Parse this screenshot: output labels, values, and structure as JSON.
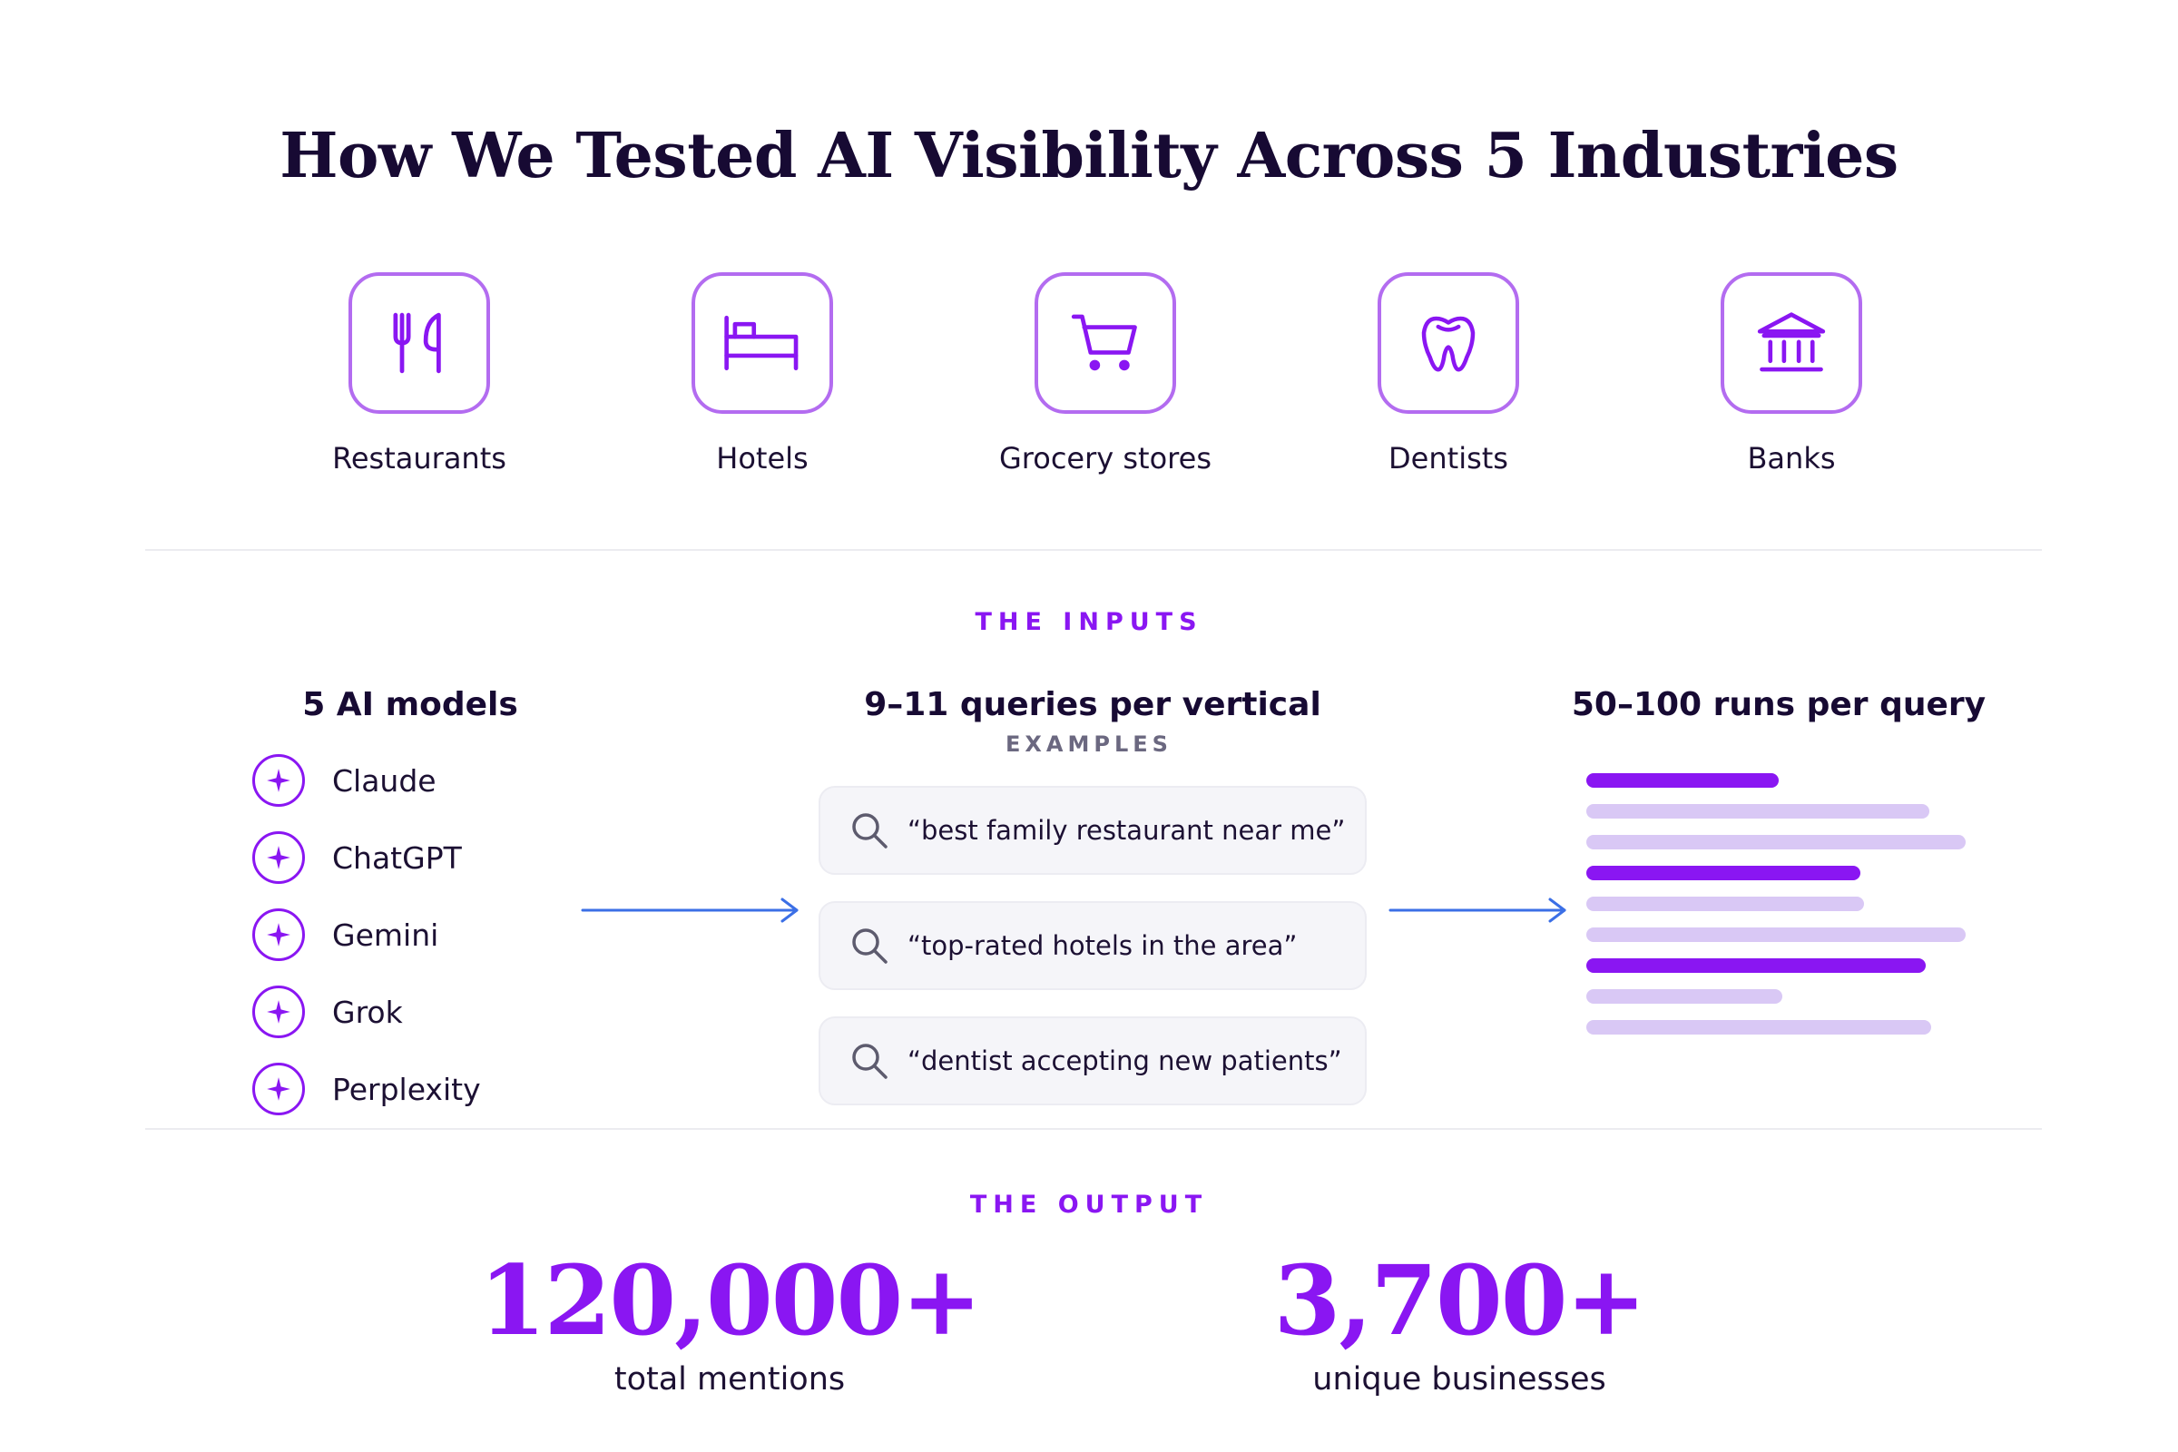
{
  "title": "How We Tested AI Visibility Across 5 Industries",
  "industries": [
    {
      "label": "Restaurants",
      "icon": "fork-knife-icon"
    },
    {
      "label": "Hotels",
      "icon": "bed-icon"
    },
    {
      "label": "Grocery stores",
      "icon": "shopping-cart-icon"
    },
    {
      "label": "Dentists",
      "icon": "tooth-icon"
    },
    {
      "label": "Banks",
      "icon": "bank-icon"
    }
  ],
  "inputs": {
    "label": "THE INPUTS",
    "models": {
      "title": "5 AI models",
      "icon": "sparkle-icon",
      "items": [
        "Claude",
        "ChatGPT",
        "Gemini",
        "Grok",
        "Perplexity"
      ]
    },
    "queries": {
      "title": "9–11 queries per vertical",
      "examples_label": "EXAMPLES",
      "icon": "search-icon",
      "items": [
        "“best family restaurant near me”",
        "“top-rated hotels in the area”",
        "“dentist accepting new patients”"
      ]
    },
    "runs": {
      "title": "50–100 runs per query"
    }
  },
  "output": {
    "label": "THE OUTPUT",
    "stats": [
      {
        "value": "120,000+",
        "caption": "total mentions"
      },
      {
        "value": "3,700+",
        "caption": "unique businesses"
      }
    ]
  },
  "colors": {
    "accent": "#8a16f2",
    "icon_border": "#b36cf0",
    "bar_strong": "#8a16f2",
    "bar_light": "#d9c8f5",
    "arrow": "#3b6fe6",
    "text": "#170a33"
  }
}
